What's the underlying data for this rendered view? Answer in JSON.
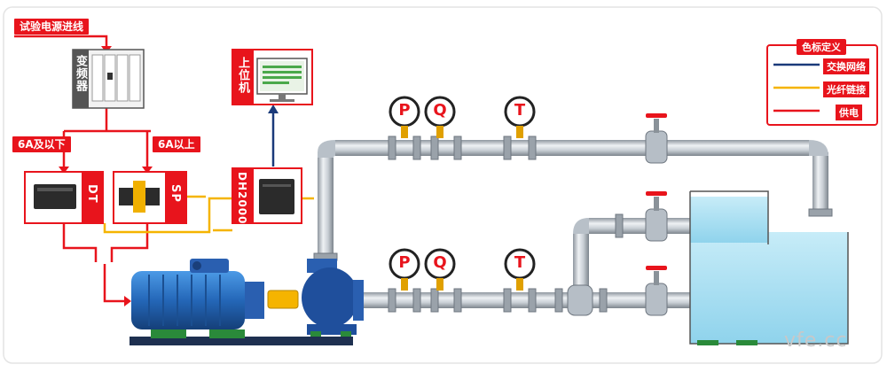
{
  "labels": {
    "power_in": "试验电源进线",
    "inverter": "变频器",
    "low_current": "6A及以下",
    "high_current": "6A以上",
    "dt": "DT",
    "sp": "SP",
    "dh2000": "DH2000",
    "host": "上位机"
  },
  "gauges": {
    "p": "P",
    "q": "Q",
    "t": "T"
  },
  "legend": {
    "title": "色标定义",
    "items": [
      {
        "label": "交换网络",
        "color": "#1a3a7a"
      },
      {
        "label": "光纤链接",
        "color": "#f5b400"
      },
      {
        "label": "供电",
        "color": "#e8141c"
      }
    ]
  },
  "colors": {
    "network": "#1a3a7a",
    "fiber": "#f5b400",
    "power": "#e8141c",
    "motor": "#2a72c8",
    "pipe": "#c4cbd2",
    "water": "#a8ddf0"
  },
  "watermark": "vfe.cc"
}
